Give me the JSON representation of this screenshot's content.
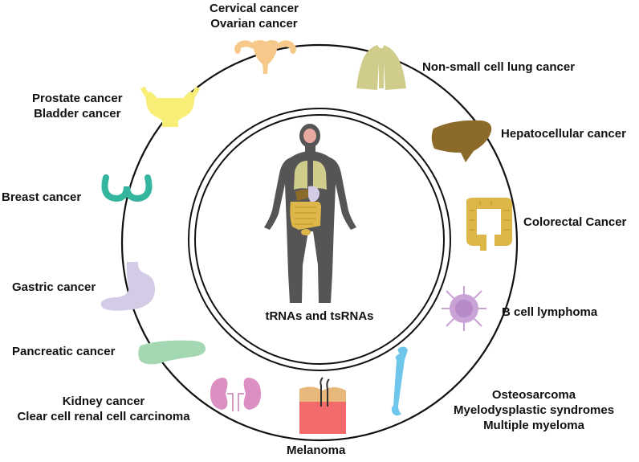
{
  "center": {
    "title": "tRNAs and tsRNAs"
  },
  "colors": {
    "ring": "#111111",
    "body": "#555555",
    "cervix": "#f6c98b",
    "lung": "#cfcc8c",
    "liver": "#8c6a2a",
    "colon": "#ddb74a",
    "lymphoma": "#c9a2d6",
    "bone": "#6ec6ea",
    "skin": "#f26a6a",
    "kidney": "#db8fc2",
    "pancreas": "#a4d8b3",
    "stomach": "#d4cbe6",
    "breast": "#33b59e",
    "bladder": "#f7ee78"
  },
  "cancers": [
    {
      "organ": "uterus",
      "lines": [
        "Cervical cancer",
        "Ovarian cancer"
      ]
    },
    {
      "organ": "lung",
      "lines": [
        "Non-small cell  lung cancer"
      ]
    },
    {
      "organ": "liver",
      "lines": [
        "Hepatocellular cancer"
      ]
    },
    {
      "organ": "colon",
      "lines": [
        "Colorectal Cancer"
      ]
    },
    {
      "organ": "lymphocyte",
      "lines": [
        "B cell lymphoma"
      ]
    },
    {
      "organ": "bone",
      "lines": [
        "Osteosarcoma",
        "Myelodysplastic syndromes",
        "Multiple myeloma"
      ]
    },
    {
      "organ": "skin",
      "lines": [
        "Melanoma"
      ]
    },
    {
      "organ": "kidney",
      "lines": [
        "Kidney cancer",
        "Clear cell renal cell carcinoma"
      ]
    },
    {
      "organ": "pancreas",
      "lines": [
        "Pancreatic cancer"
      ]
    },
    {
      "organ": "stomach",
      "lines": [
        "Gastric cancer"
      ]
    },
    {
      "organ": "breast",
      "lines": [
        "Breast cancer"
      ]
    },
    {
      "organ": "bladder",
      "lines": [
        "Prostate cancer",
        "Bladder cancer"
      ]
    }
  ]
}
